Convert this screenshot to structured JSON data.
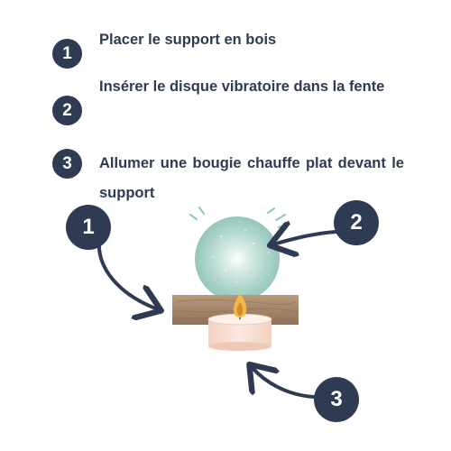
{
  "steps": [
    {
      "number": "1",
      "text": "Placer le support en bois"
    },
    {
      "number": "2",
      "text": "Insérer le disque vibratoire dans la fente"
    },
    {
      "number": "3",
      "text": "Allumer une bougie chauffe plat devant le support"
    }
  ],
  "callouts": [
    {
      "number": "1",
      "target": "support en bois"
    },
    {
      "number": "2",
      "target": "disque vibratoire"
    },
    {
      "number": "3",
      "target": "bougie chauffe plat"
    }
  ],
  "colors": {
    "badge": "#2f3b52",
    "text": "#2f3b52",
    "wood": "#a8896c",
    "disc": "#a9d3c9",
    "candle": "#f7e1d6",
    "flame": "#f0b94a"
  }
}
